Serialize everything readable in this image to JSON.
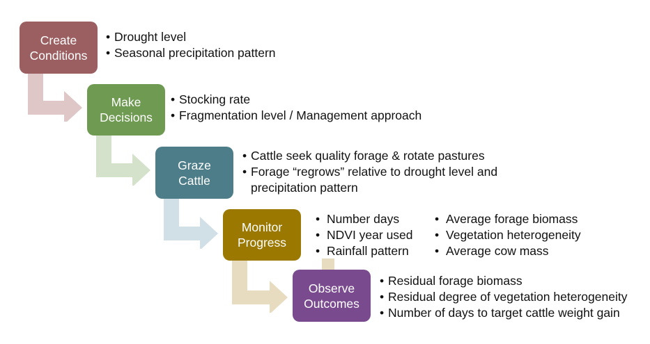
{
  "steps": [
    {
      "title_line1": "Create",
      "title_line2": "Conditions",
      "color": "#9b5f61",
      "bullets": [
        "Drought level",
        "Seasonal precipitation pattern"
      ]
    },
    {
      "title_line1": "Make",
      "title_line2": "Decisions",
      "color": "#6f9a52",
      "bullets": [
        "Stocking rate",
        "Fragmentation level / Management approach"
      ]
    },
    {
      "title_line1": "Graze",
      "title_line2": "Cattle",
      "color": "#4c7d89",
      "bullets": [
        "Cattle seek quality forage & rotate pastures",
        "Forage “regrows” relative to drought level and precipitation pattern"
      ]
    },
    {
      "title_line1": "Monitor",
      "title_line2": "Progress",
      "color": "#9b7800",
      "bullets_left": [
        "Number days",
        "NDVI year used",
        "Rainfall pattern"
      ],
      "bullets_right": [
        "Average forage biomass",
        "Vegetation heterogeneity",
        "Average cow mass"
      ]
    },
    {
      "title_line1": "Observe",
      "title_line2": "Outcomes",
      "color": "#7a4a8f",
      "bullets": [
        "Residual forage biomass",
        "Residual degree of vegetation heterogeneity",
        "Number of days to target cattle weight gain"
      ]
    }
  ],
  "arrow_colors": [
    "#dfc7c8",
    "#d4e1cb",
    "#d1e0e6",
    "#e8dcc0"
  ]
}
